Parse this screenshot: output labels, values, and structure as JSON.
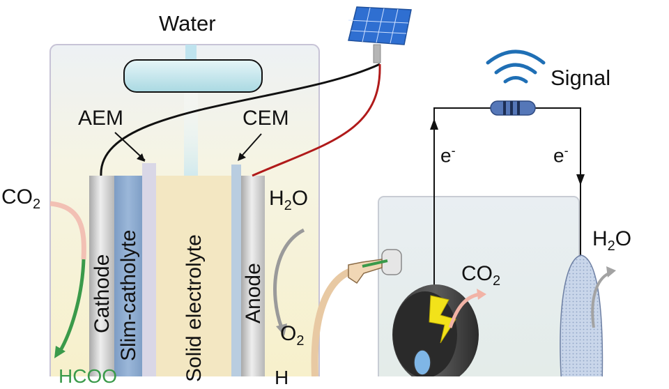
{
  "left_cell": {
    "water_label": "Water",
    "aem_label": "AEM",
    "cem_label": "CEM",
    "cathode_label": "Cathode",
    "slim_catholyte_label": "Slim-catholyte",
    "solid_electrolyte_label": "Solid electrolyte",
    "anode_label": "Anode",
    "co2_input": {
      "main": "CO",
      "sub": "2"
    },
    "h2o_input": {
      "main": "H",
      "sub": "2",
      "tail": "O"
    },
    "o2_output": {
      "main": "O",
      "sub": "2"
    },
    "bottom_left_partial": "HCOO",
    "bottom_right_partial": "H"
  },
  "right_cell": {
    "signal_label": "Signal",
    "electron_left": {
      "main": "e",
      "sup": "-"
    },
    "electron_right": {
      "main": "e",
      "sup": "-"
    },
    "co2_output": {
      "main": "CO",
      "sub": "2"
    },
    "h2o_output": {
      "main": "H",
      "sub": "2",
      "tail": "O"
    }
  },
  "colors": {
    "cathode_wire": "#111111",
    "anode_wire": "#b01a1a",
    "signal_waves": "#1f6fb5",
    "bolt": "#f2e21a",
    "co2_arrow": "#f2b3a6",
    "formate_arrow": "#3a9a4a"
  },
  "icons": [
    "solar-panel-icon",
    "wifi-signal-icon",
    "resistor-icon",
    "lightning-bolt-icon",
    "fuel-nozzle-icon"
  ]
}
